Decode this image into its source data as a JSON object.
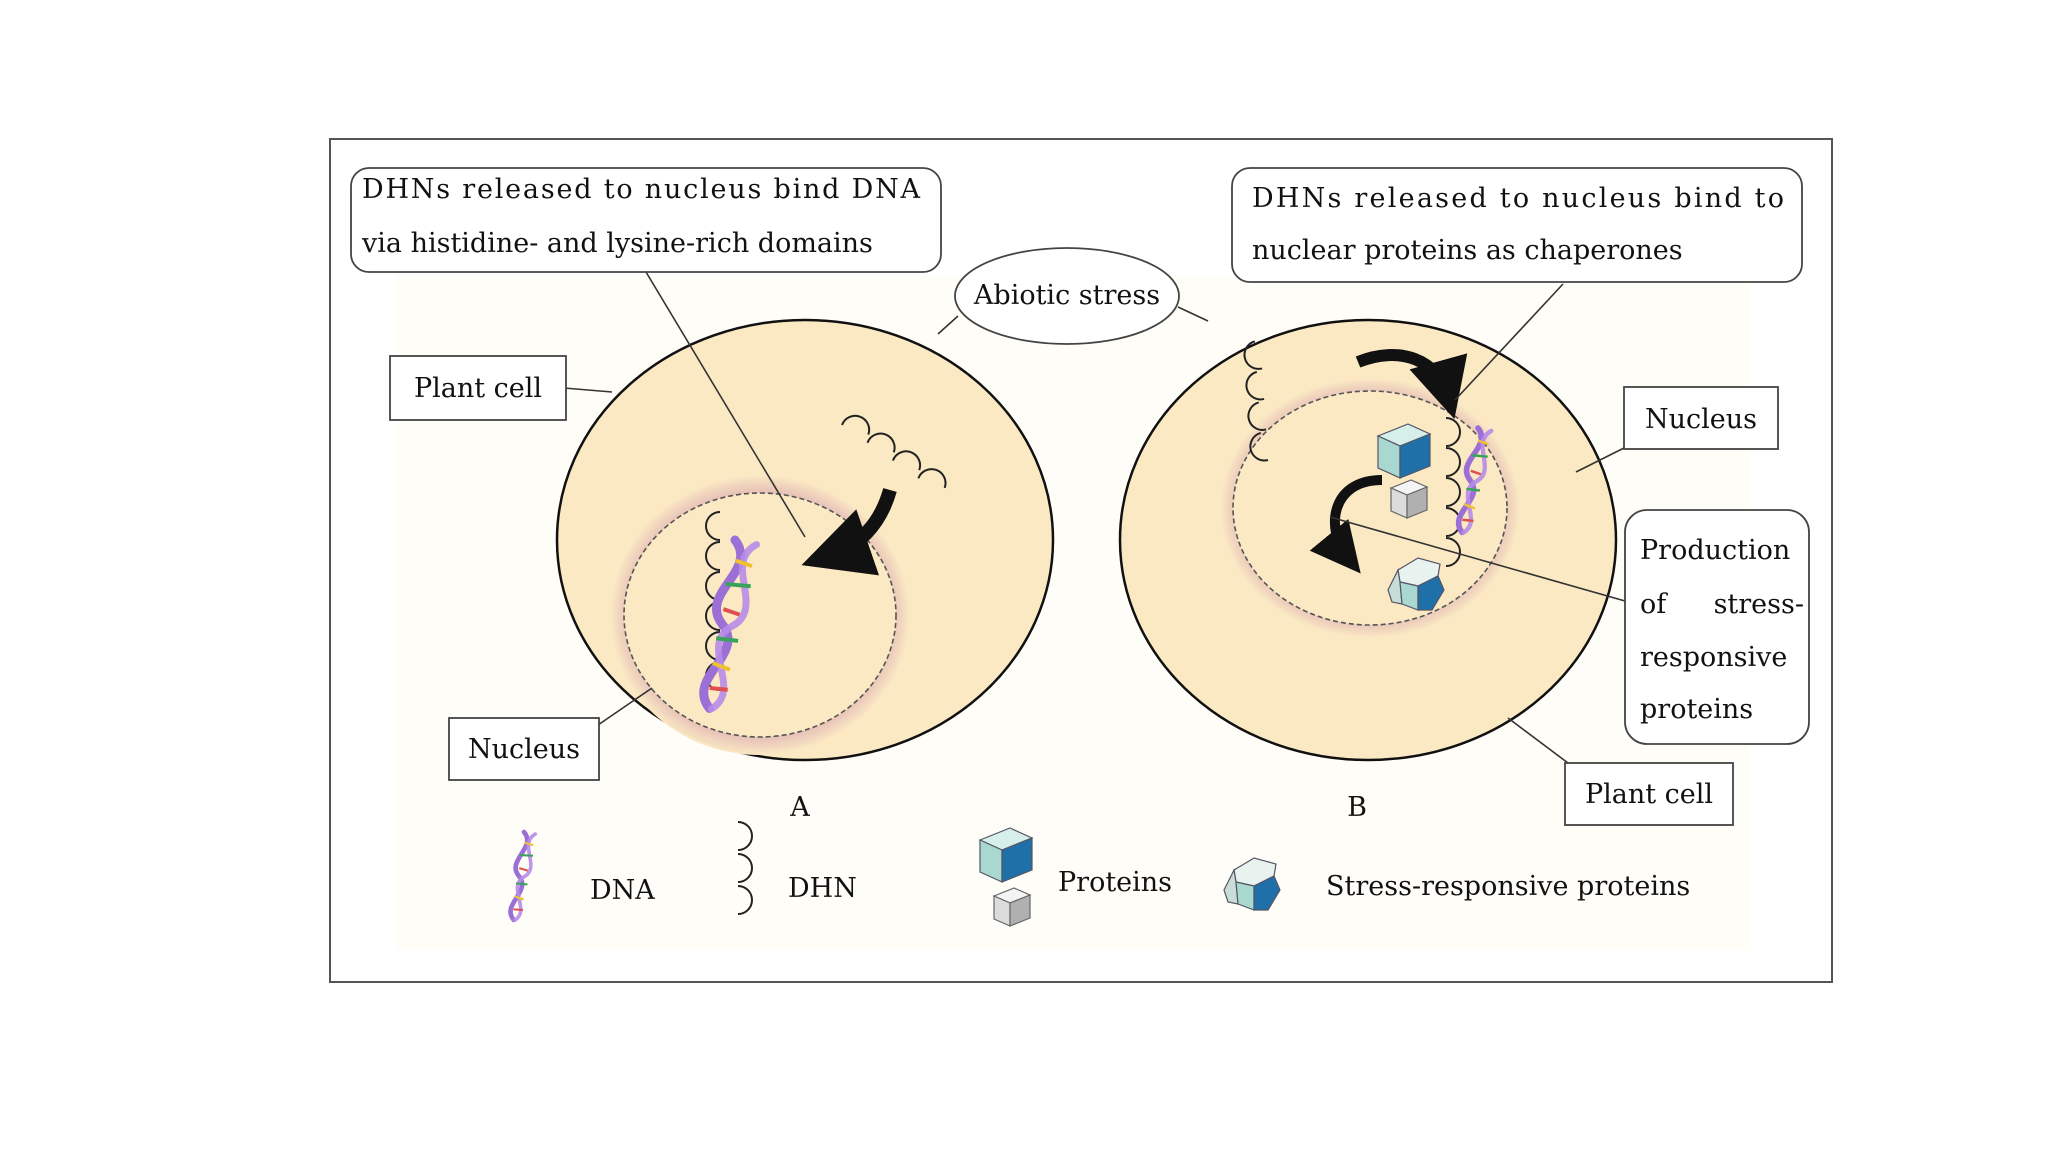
{
  "callouts": {
    "panel_a_binding": {
      "line1": "DHNs released to nucleus bind DNA",
      "line2": "via histidine- and lysine-rich domains"
    },
    "panel_b_binding": {
      "line1": "DHNs released to nucleus bind to",
      "line2": "nuclear proteins as chaperones"
    },
    "abiotic_stress": "Abiotic stress",
    "plant_cell_a": "Plant cell",
    "nucleus_a": "Nucleus",
    "nucleus_b": "Nucleus",
    "plant_cell_b": "Plant cell",
    "production": [
      "Production",
      "of",
      "stress-",
      "responsive",
      "proteins"
    ]
  },
  "panels": {
    "a": "A",
    "b": "B"
  },
  "legend": {
    "dna": "DNA",
    "dhn": "DHN",
    "proteins": "Proteins",
    "stress_proteins": "Stress-responsive proteins"
  },
  "colors": {
    "cell_fill": "#fbe9c4",
    "halo": "#c9a0a8",
    "box_stroke": "#444444",
    "dna_purple": "#9b6fd6",
    "protein_teal": "#a8d8d0",
    "protein_blue": "#1f6fa8"
  }
}
